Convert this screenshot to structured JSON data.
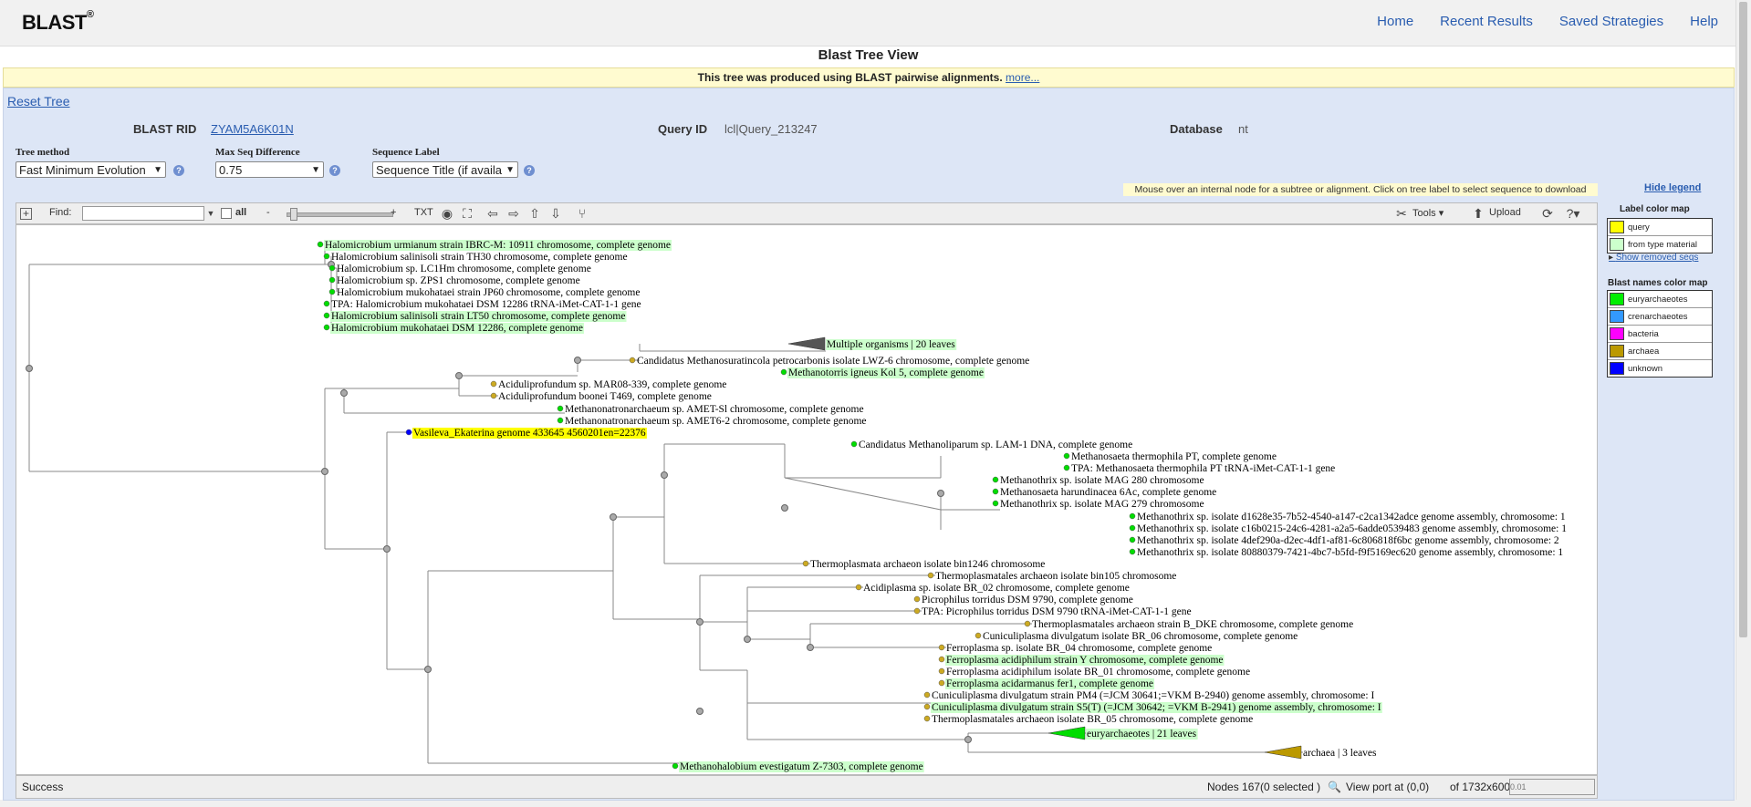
{
  "app": {
    "logo": "BLAST",
    "logo_mark": "®"
  },
  "nav": [
    {
      "label": "Home"
    },
    {
      "label": "Recent Results"
    },
    {
      "label": "Saved Strategies"
    },
    {
      "label": "Help"
    }
  ],
  "page_title": "Blast Tree View",
  "banner": {
    "text": "This tree was produced using BLAST pairwise alignments.",
    "link": "more..."
  },
  "reset_label": "Reset Tree",
  "info": {
    "rid_label": "BLAST RID",
    "rid_value": "ZYAM5A6K01N",
    "query_label": "Query ID",
    "query_value": "lcl|Query_213247",
    "db_label": "Database",
    "db_value": "nt"
  },
  "options": {
    "tree_method_label": "Tree method",
    "tree_method_value": "Fast Minimum Evolution",
    "max_diff_label": "Max Seq Difference",
    "max_diff_value": "0.75",
    "seq_label_label": "Sequence Label",
    "seq_label_value": "Sequence Title (if availa"
  },
  "hint": "Mouse over an internal node for a subtree or alignment. Click on tree label to select sequence to download",
  "toolbar": {
    "find_label": "Find:",
    "all_label": "all",
    "minus": "-",
    "plus": "+",
    "txt": "TXT",
    "tools_label": "Tools",
    "upload_label": "Upload"
  },
  "status": {
    "text": "Success",
    "nodes": "Nodes 167(0 selected )",
    "viewport": "View port at (0,0)",
    "size": "of 1732x600",
    "scale": "0.01"
  },
  "legend": {
    "hide": "Hide legend",
    "label_title": "Label color map",
    "label_items": [
      {
        "name": "query",
        "color": "#ffff00"
      },
      {
        "name": "from type material",
        "color": "#ccffcc"
      }
    ],
    "show_removed": "Show removed seqs",
    "blast_title": "Blast names color map",
    "blast_items": [
      {
        "name": "euryarchaeotes",
        "color": "#00ee00"
      },
      {
        "name": "crenarchaeotes",
        "color": "#3399ff"
      },
      {
        "name": "bacteria",
        "color": "#ff00ff"
      },
      {
        "name": "archaea",
        "color": "#bb9900"
      },
      {
        "name": "unknown",
        "color": "#0000ff"
      }
    ]
  },
  "tree": {
    "leaves": [
      {
        "label": "Halomicrobium urmianum strain IBRC-M: 10911 chromosome, complete genome",
        "group": "eury",
        "type_material": true
      },
      {
        "label": "Halomicrobium salinisoli strain TH30 chromosome, complete genome",
        "group": "eury",
        "type_material": false
      },
      {
        "label": "Halomicrobium sp. LC1Hm chromosome, complete genome",
        "group": "eury",
        "type_material": false
      },
      {
        "label": "Halomicrobium sp. ZPS1 chromosome, complete genome",
        "group": "eury",
        "type_material": false
      },
      {
        "label": "Halomicrobium mukohataei strain JP60 chromosome, complete genome",
        "group": "eury",
        "type_material": false
      },
      {
        "label": "TPA: Halomicrobium mukohataei DSM 12286 tRNA-iMet-CAT-1-1 gene",
        "group": "eury",
        "type_material": false
      },
      {
        "label": "Halomicrobium salinisoli strain LT50 chromosome, complete genome",
        "group": "eury",
        "type_material": true
      },
      {
        "label": "Halomicrobium mukohataei DSM 12286, complete genome",
        "group": "eury",
        "type_material": true
      },
      {
        "label": "Multiple organisms | 20 leaves",
        "group": "collapsed",
        "type_material": true
      },
      {
        "label": "Candidatus Methanosuratincola petrocarbonis isolate LWZ-6 chromosome, complete genome",
        "group": "archaea",
        "type_material": false
      },
      {
        "label": "Methanotorris igneus Kol 5, complete genome",
        "group": "eury",
        "type_material": true
      },
      {
        "label": "Aciduliprofundum sp. MAR08-339, complete genome",
        "group": "archaea",
        "type_material": false
      },
      {
        "label": "Aciduliprofundum boonei T469, complete genome",
        "group": "archaea",
        "type_material": false
      },
      {
        "label": "Methanonatronarchaeum sp. AMET-Sl chromosome, complete genome",
        "group": "eury",
        "type_material": false
      },
      {
        "label": "Methanonatronarchaeum sp. AMET6-2 chromosome, complete genome",
        "group": "eury",
        "type_material": false
      },
      {
        "label": "Vasileva_Ekaterina genome 433645 4560201en=22376",
        "group": "query",
        "type_material": false
      },
      {
        "label": "Candidatus Methanoliparum sp. LAM-1 DNA, complete genome",
        "group": "eury",
        "type_material": false
      },
      {
        "label": "Methanosaeta thermophila PT, complete genome",
        "group": "eury",
        "type_material": false
      },
      {
        "label": "TPA: Methanosaeta thermophila PT tRNA-iMet-CAT-1-1 gene",
        "group": "eury",
        "type_material": false
      },
      {
        "label": "Methanothrix sp. isolate MAG 280 chromosome",
        "group": "eury",
        "type_material": false
      },
      {
        "label": "Methanosaeta harundinacea 6Ac, complete genome",
        "group": "eury",
        "type_material": false
      },
      {
        "label": "Methanothrix sp. isolate MAG 279 chromosome",
        "group": "eury",
        "type_material": false
      },
      {
        "label": "Methanothrix sp. isolate d1628e35-7b52-4540-a147-c2ca1342adce genome assembly, chromosome: 1",
        "group": "eury",
        "type_material": false
      },
      {
        "label": "Methanothrix sp. isolate c16b0215-24c6-4281-a2a5-6adde0539483 genome assembly, chromosome: 1",
        "group": "eury",
        "type_material": false
      },
      {
        "label": "Methanothrix sp. isolate 4def290a-d2ec-4df1-af81-6c806818f6bc genome assembly, chromosome: 2",
        "group": "eury",
        "type_material": false
      },
      {
        "label": "Methanothrix sp. isolate 80880379-7421-4bc7-b5fd-f9f5169ec620 genome assembly, chromosome: 1",
        "group": "eury",
        "type_material": false
      },
      {
        "label": "Thermoplasmata archaeon isolate bin1246 chromosome",
        "group": "archaea",
        "type_material": false
      },
      {
        "label": "Thermoplasmatales archaeon isolate bin105 chromosome",
        "group": "archaea",
        "type_material": false
      },
      {
        "label": "Acidiplasma sp. isolate BR_02 chromosome, complete genome",
        "group": "archaea",
        "type_material": false
      },
      {
        "label": "Picrophilus torridus DSM 9790, complete genome",
        "group": "archaea",
        "type_material": false
      },
      {
        "label": "TPA: Picrophilus torridus DSM 9790 tRNA-iMet-CAT-1-1 gene",
        "group": "archaea",
        "type_material": false
      },
      {
        "label": "Thermoplasmatales archaeon strain B_DKE chromosome, complete genome",
        "group": "archaea",
        "type_material": false
      },
      {
        "label": "Cuniculiplasma divulgatum isolate BR_06 chromosome, complete genome",
        "group": "archaea",
        "type_material": false
      },
      {
        "label": "Ferroplasma sp. isolate BR_04 chromosome, complete genome",
        "group": "archaea",
        "type_material": false
      },
      {
        "label": "Ferroplasma acidiphilum strain Y chromosome, complete genome",
        "group": "archaea",
        "type_material": true
      },
      {
        "label": "Ferroplasma acidiphilum isolate BR_01 chromosome, complete genome",
        "group": "archaea",
        "type_material": false
      },
      {
        "label": "Ferroplasma acidarmanus fer1, complete genome",
        "group": "archaea",
        "type_material": true
      },
      {
        "label": "Cuniculiplasma divulgatum strain PM4 (=JCM 30641;=VKM B-2940) genome assembly, chromosome: I",
        "group": "archaea",
        "type_material": false
      },
      {
        "label": "Cuniculiplasma divulgatum strain S5(T) (=JCM 30642; =VKM B-2941) genome assembly, chromosome: I",
        "group": "archaea",
        "type_material": true
      },
      {
        "label": "Thermoplasmatales archaeon isolate BR_05 chromosome, complete genome",
        "group": "archaea",
        "type_material": false
      },
      {
        "label": "euryarchaeotes | 21 leaves",
        "group": "collapsed-eury",
        "type_material": true
      },
      {
        "label": "archaea | 3 leaves",
        "group": "collapsed-archaea",
        "type_material": false
      },
      {
        "label": "Methanohalobium evestigatum Z-7303, complete genome",
        "group": "eury",
        "type_material": true
      }
    ]
  }
}
